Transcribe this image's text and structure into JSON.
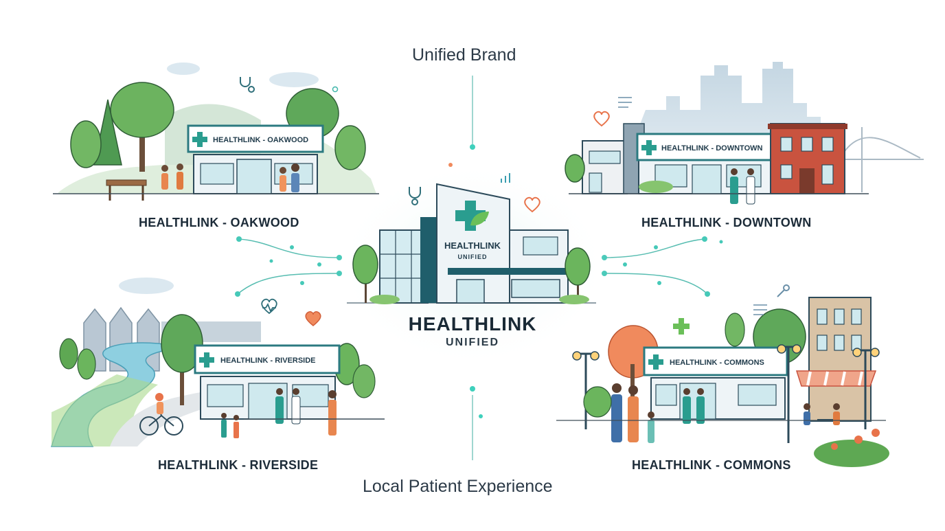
{
  "top_label": "Unified Brand",
  "bottom_label": "Local Patient Experience",
  "hub": {
    "sign_title": "HEALTHLINK",
    "sign_sub": "UNIFIED",
    "title": "HEALTHLINK",
    "subtitle": "UNIFIED"
  },
  "locations": [
    {
      "sign": "HEALTHLINK - OAKWOOD",
      "caption": "HEALTHLINK - OAKWOOD"
    },
    {
      "sign": "HEALTHLINK - DOWNTOWN",
      "caption": "HEALTHLINK - DOWNTOWN"
    },
    {
      "sign": "HEALTHLINK - RIVERSIDE",
      "caption": "HEALTHLINK - RIVERSIDE"
    },
    {
      "sign": "HEALTHLINK - COMMONS",
      "caption": "HEALTHLINK - COMMONS"
    }
  ],
  "colors": {
    "teal": "#2a8f86",
    "dark_teal": "#1f5e6b",
    "green": "#5fae5a",
    "sign_border": "#2b7a80",
    "glass": "#cfe9ee",
    "brick": "#c9533f",
    "accent_orange": "#e8734a",
    "connector": "#3fb6aa"
  }
}
